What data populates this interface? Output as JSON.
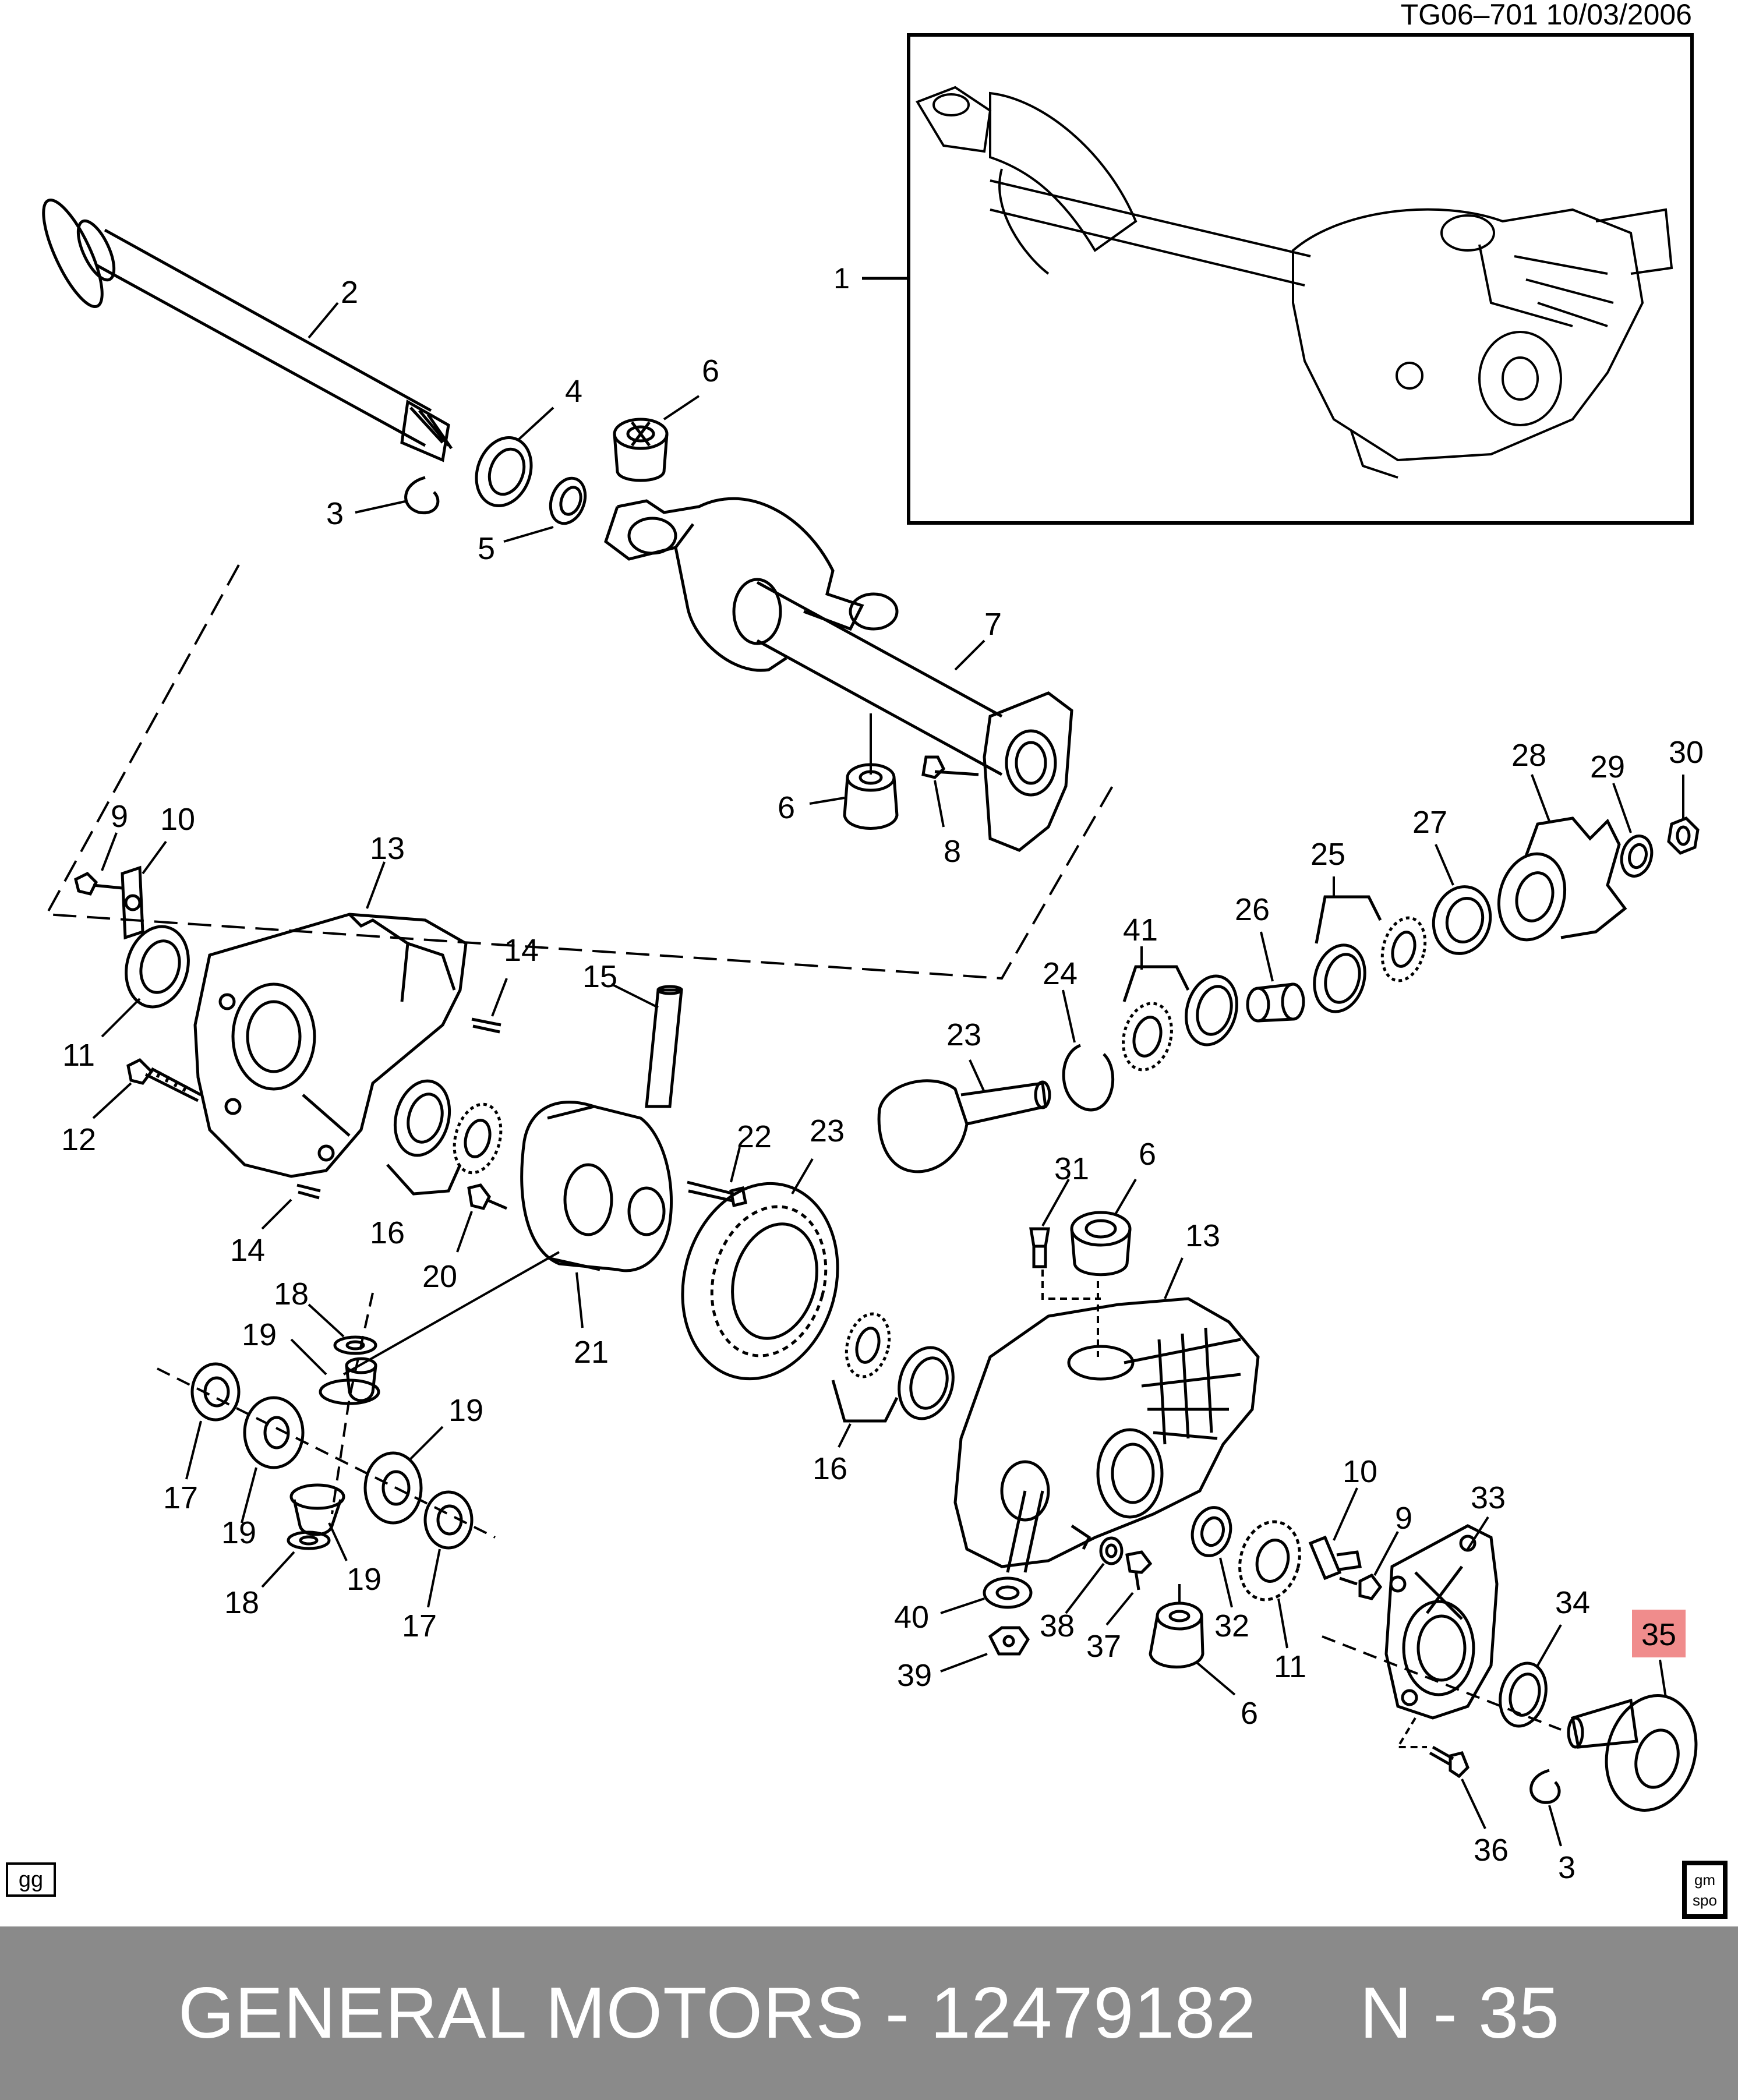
{
  "header": {
    "ref": "TG06–701  10/03/2006"
  },
  "inset_callout": "1",
  "callouts": [
    {
      "id": "c2",
      "label": "2"
    },
    {
      "id": "c3a",
      "label": "3"
    },
    {
      "id": "c4",
      "label": "4"
    },
    {
      "id": "c5",
      "label": "5"
    },
    {
      "id": "c6a",
      "label": "6"
    },
    {
      "id": "c7",
      "label": "7"
    },
    {
      "id": "c6b",
      "label": "6"
    },
    {
      "id": "c8",
      "label": "8"
    },
    {
      "id": "c9a",
      "label": "9"
    },
    {
      "id": "c10a",
      "label": "10"
    },
    {
      "id": "c13a",
      "label": "13"
    },
    {
      "id": "c14a",
      "label": "14"
    },
    {
      "id": "c15",
      "label": "15"
    },
    {
      "id": "c11a",
      "label": "11"
    },
    {
      "id": "c12",
      "label": "12"
    },
    {
      "id": "c14b",
      "label": "14"
    },
    {
      "id": "c16a",
      "label": "16"
    },
    {
      "id": "c20",
      "label": "20"
    },
    {
      "id": "c21",
      "label": "21"
    },
    {
      "id": "c22",
      "label": "22"
    },
    {
      "id": "c23a",
      "label": "23"
    },
    {
      "id": "c23b",
      "label": "23"
    },
    {
      "id": "c24",
      "label": "24"
    },
    {
      "id": "c41",
      "label": "41"
    },
    {
      "id": "c26",
      "label": "26"
    },
    {
      "id": "c25",
      "label": "25"
    },
    {
      "id": "c27",
      "label": "27"
    },
    {
      "id": "c28",
      "label": "28"
    },
    {
      "id": "c29",
      "label": "29"
    },
    {
      "id": "c30",
      "label": "30"
    },
    {
      "id": "c31",
      "label": "31"
    },
    {
      "id": "c6c",
      "label": "6"
    },
    {
      "id": "c13b",
      "label": "13"
    },
    {
      "id": "c18a",
      "label": "18"
    },
    {
      "id": "c19a",
      "label": "19"
    },
    {
      "id": "c19b",
      "label": "19"
    },
    {
      "id": "c17a",
      "label": "17"
    },
    {
      "id": "c19c",
      "label": "19"
    },
    {
      "id": "c19d",
      "label": "19"
    },
    {
      "id": "c18b",
      "label": "18"
    },
    {
      "id": "c17b",
      "label": "17"
    },
    {
      "id": "c16b",
      "label": "16"
    },
    {
      "id": "c10b",
      "label": "10"
    },
    {
      "id": "c9b",
      "label": "9"
    },
    {
      "id": "c33",
      "label": "33"
    },
    {
      "id": "c34",
      "label": "34"
    },
    {
      "id": "c35",
      "label": "35"
    },
    {
      "id": "c40",
      "label": "40"
    },
    {
      "id": "c38",
      "label": "38"
    },
    {
      "id": "c37",
      "label": "37"
    },
    {
      "id": "c32",
      "label": "32"
    },
    {
      "id": "c11b",
      "label": "11"
    },
    {
      "id": "c39",
      "label": "39"
    },
    {
      "id": "c6d",
      "label": "6"
    },
    {
      "id": "c36",
      "label": "36"
    },
    {
      "id": "c3b",
      "label": "3"
    }
  ],
  "highlight_callout": "c35",
  "highlight_color": "#f08c8c",
  "corner_tag": "gg",
  "logo": {
    "line1": "gm",
    "line2": "spo"
  },
  "footer": {
    "text": "GENERAL MOTORS - 12479182     N - 35",
    "background": "#8a8a8a"
  }
}
